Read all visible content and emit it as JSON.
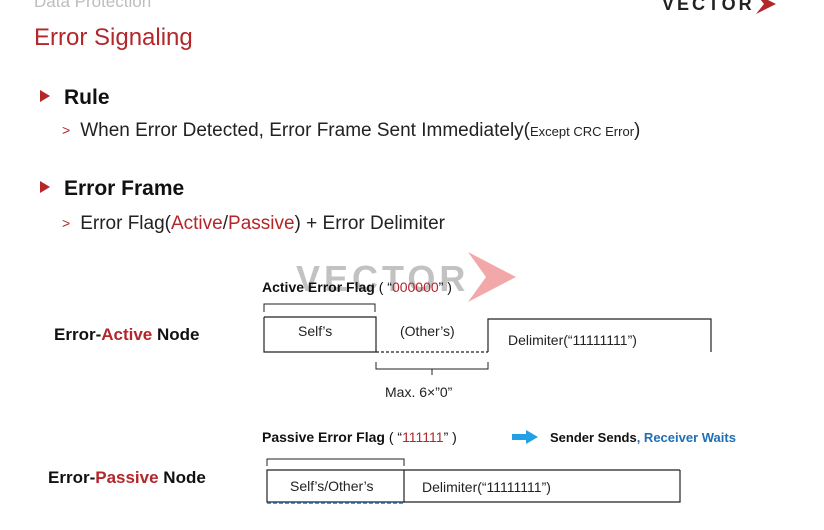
{
  "header": {
    "breadcrumb": "Data Protection",
    "logo_text": "VECTOR",
    "title": "Error Signaling"
  },
  "sections": [
    {
      "heading": "Rule",
      "point": {
        "main": "When Error Detected, Error Frame Sent Immediately(",
        "small": "Except CRC Error",
        "close": ")"
      }
    },
    {
      "heading": "Error Frame",
      "point": {
        "prefix": "Error Flag(",
        "active": "Active",
        "slash": "/",
        "passive": "Passive",
        "suffix": ") + Error Delimiter"
      }
    }
  ],
  "watermark": "VECTOR",
  "active_node": {
    "label_prefix": "Error-",
    "label_colored": "Active",
    "label_suffix": " Node",
    "flag_label": "Active Error Flag",
    "flag_open": " ( “",
    "flag_value": "000000",
    "flag_close": "” )",
    "self_box": "Self’s",
    "others_box": "(Other’s)",
    "delimiter_box": "Delimiter(“11111111”)",
    "max_note": "Max. 6×”0”"
  },
  "passive_node": {
    "label_prefix": "Error-",
    "label_colored": "Passive",
    "label_suffix": " Node",
    "flag_label": "Passive Error Flag",
    "flag_open": " ( “",
    "flag_value": "111111",
    "flag_close": "” )",
    "note_black": "Sender Sends",
    "note_blue": ", Receiver Waits",
    "combined_box": "Self’s/Other’s",
    "delimiter_box": "Delimiter(“11111111”)"
  },
  "colors": {
    "accent_red": "#b3262a",
    "accent_blue": "#1f6fb5",
    "arrow_blue": "#21a0e6",
    "dashed_blue": "#2a6fb5"
  }
}
